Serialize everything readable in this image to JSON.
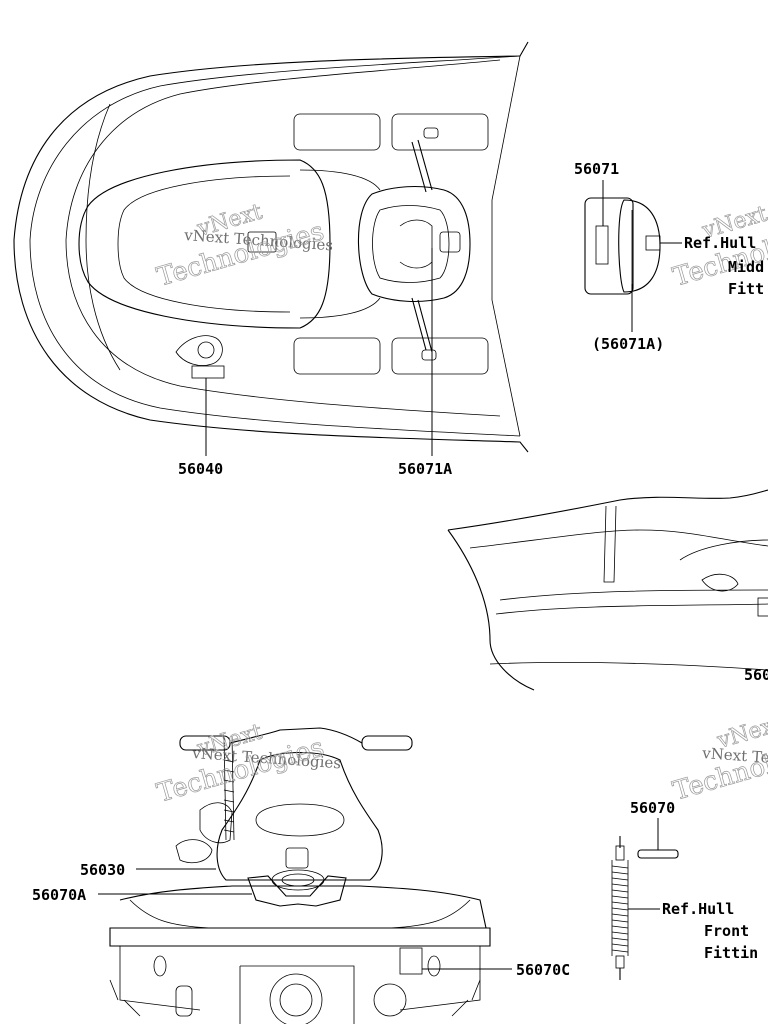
{
  "watermark": {
    "brand": "vNext",
    "line": "vNext Technologies",
    "word": "Technologies"
  },
  "callouts": {
    "c56071": "56071",
    "c56071A_paren": "(56071A)",
    "c56040": "56040",
    "c56071A": "56071A",
    "c56070": "56070",
    "c56030": "56030",
    "c56070A": "56070A",
    "c56070C": "56070C",
    "c560_partial": "560"
  },
  "references": {
    "hull_rear_line1": "Ref.Hull",
    "hull_rear_line2": "Midd",
    "hull_rear_line3": "Fitt",
    "hull_front_line1": "Ref.Hull",
    "hull_front_line2": "Front",
    "hull_front_line3": "Fittin"
  }
}
